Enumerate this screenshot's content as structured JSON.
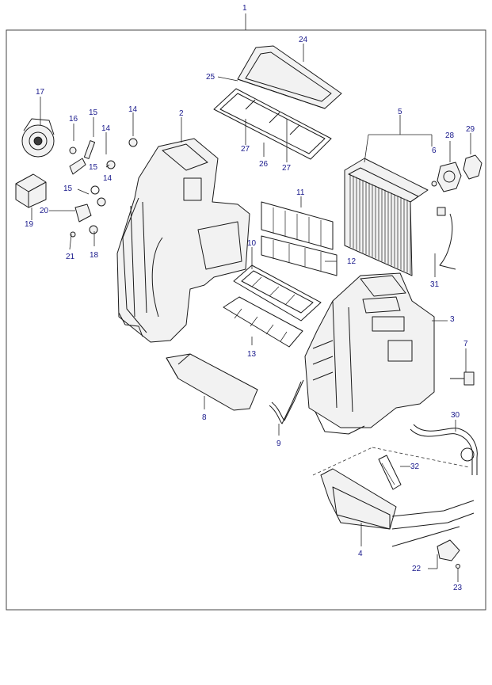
{
  "diagram": {
    "callouts": [
      {
        "id": "1",
        "label": "1"
      },
      {
        "id": "2",
        "label": "2"
      },
      {
        "id": "3",
        "label": "3"
      },
      {
        "id": "4",
        "label": "4"
      },
      {
        "id": "5",
        "label": "5"
      },
      {
        "id": "6",
        "label": "6"
      },
      {
        "id": "7",
        "label": "7"
      },
      {
        "id": "8",
        "label": "8"
      },
      {
        "id": "9",
        "label": "9"
      },
      {
        "id": "10",
        "label": "10"
      },
      {
        "id": "11",
        "label": "11"
      },
      {
        "id": "12",
        "label": "12"
      },
      {
        "id": "13",
        "label": "13"
      },
      {
        "id": "14a",
        "label": "14"
      },
      {
        "id": "14b",
        "label": "14"
      },
      {
        "id": "14c",
        "label": "14"
      },
      {
        "id": "15a",
        "label": "15"
      },
      {
        "id": "15b",
        "label": "15"
      },
      {
        "id": "15c",
        "label": "15"
      },
      {
        "id": "16",
        "label": "16"
      },
      {
        "id": "17",
        "label": "17"
      },
      {
        "id": "18",
        "label": "18"
      },
      {
        "id": "19",
        "label": "19"
      },
      {
        "id": "20",
        "label": "20"
      },
      {
        "id": "21",
        "label": "21"
      },
      {
        "id": "22",
        "label": "22"
      },
      {
        "id": "23",
        "label": "23"
      },
      {
        "id": "24",
        "label": "24"
      },
      {
        "id": "25",
        "label": "25"
      },
      {
        "id": "26",
        "label": "26"
      },
      {
        "id": "27a",
        "label": "27"
      },
      {
        "id": "27b",
        "label": "27"
      },
      {
        "id": "28",
        "label": "28"
      },
      {
        "id": "29",
        "label": "29"
      },
      {
        "id": "30",
        "label": "30"
      },
      {
        "id": "31",
        "label": "31"
      },
      {
        "id": "32",
        "label": "32"
      }
    ]
  }
}
